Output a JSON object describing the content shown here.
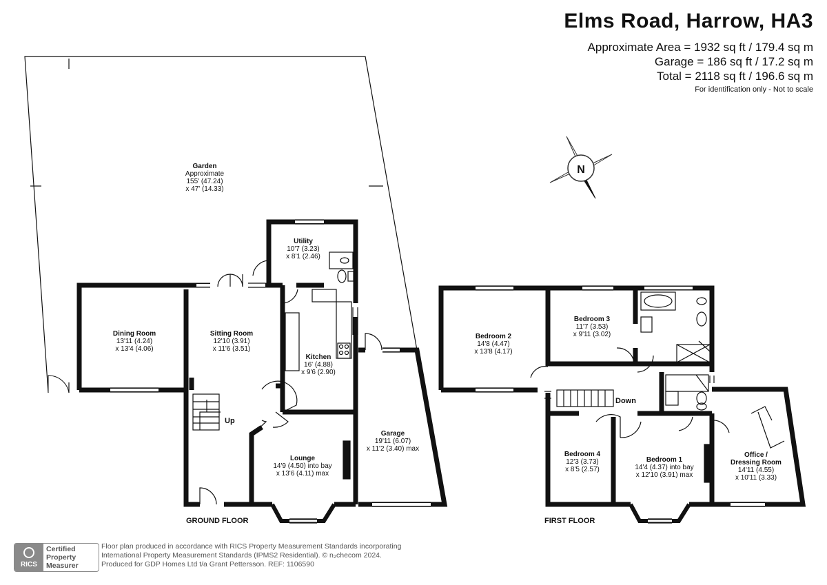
{
  "header": {
    "title": "Elms Road, Harrow, HA3",
    "approx_area": "Approximate Area = 1932 sq ft / 179.4 sq m",
    "garage_area": "Garage = 186 sq ft / 17.2 sq m",
    "total_area": "Total = 2118 sq ft / 196.6 sq m",
    "disclaimer": "For identification only - Not to scale"
  },
  "compass": {
    "label": "N"
  },
  "floors": {
    "ground": "GROUND FLOOR",
    "first": "FIRST FLOOR"
  },
  "stairs": {
    "up": "Up",
    "down": "Down"
  },
  "rooms": {
    "garden": [
      "Garden",
      "Approximate",
      "155' (47.24)",
      "x 47' (14.33)"
    ],
    "utility": [
      "Utility",
      "10'7 (3.23)",
      "x 8'1 (2.46)"
    ],
    "dining": [
      "Dining Room",
      "13'11 (4.24)",
      "x 13'4 (4.06)"
    ],
    "sitting": [
      "Sitting Room",
      "12'10 (3.91)",
      "x 11'6 (3.51)"
    ],
    "kitchen": [
      "Kitchen",
      "16' (4.88)",
      "x 9'6 (2.90)"
    ],
    "garage": [
      "Garage",
      "19'11 (6.07)",
      "x 11'2 (3.40) max"
    ],
    "lounge": [
      "Lounge",
      "14'9 (4.50) into bay",
      "x 13'6 (4.11) max"
    ],
    "bedroom2": [
      "Bedroom 2",
      "14'8 (4.47)",
      "x 13'8 (4.17)"
    ],
    "bedroom3": [
      "Bedroom 3",
      "11'7 (3.53)",
      "x 9'11 (3.02)"
    ],
    "bedroom4": [
      "Bedroom 4",
      "12'3 (3.73)",
      "x 8'5 (2.57)"
    ],
    "bedroom1": [
      "Bedroom 1",
      "14'4 (4.37) into bay",
      "x 12'10 (3.91) max"
    ],
    "office": [
      "Office /",
      "Dressing Room",
      "14'11 (4.55)",
      "x 10'11 (3.33)"
    ]
  },
  "badge": {
    "logo_text": "RICS",
    "lines": [
      "Certified",
      "Property",
      "Measurer"
    ]
  },
  "footer": {
    "lines": [
      "Floor plan produced in accordance with RICS Property Measurement Standards incorporating",
      "International Property Measurement Standards (IPMS2 Residential).  © n₂checom 2024.",
      "Produced for GDP Homes Ltd t/a Grant Pettersson.   REF:  1106590"
    ]
  },
  "colors": {
    "wall": "#111111",
    "accent": "#8a8a8a"
  }
}
